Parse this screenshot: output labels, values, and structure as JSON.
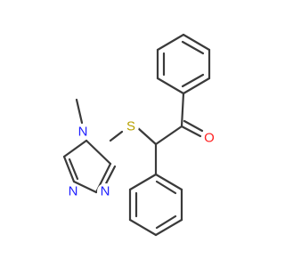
{
  "molecule": {
    "colors": {
      "bond": "#3a3a3a",
      "nitrogen": "#2020ff",
      "sulfur": "#b8a100",
      "oxygen": "#ff2020",
      "carbon": "#3a3a3a"
    },
    "atoms": [
      {
        "id": "n_methyl",
        "label": "N",
        "element": "N"
      },
      {
        "id": "n_ring_a",
        "label": "N",
        "element": "N"
      },
      {
        "id": "n_ring_b",
        "label": "N",
        "element": "N"
      },
      {
        "id": "s_thio",
        "label": "S",
        "element": "S"
      },
      {
        "id": "o_keto",
        "label": "O",
        "element": "O"
      }
    ]
  }
}
